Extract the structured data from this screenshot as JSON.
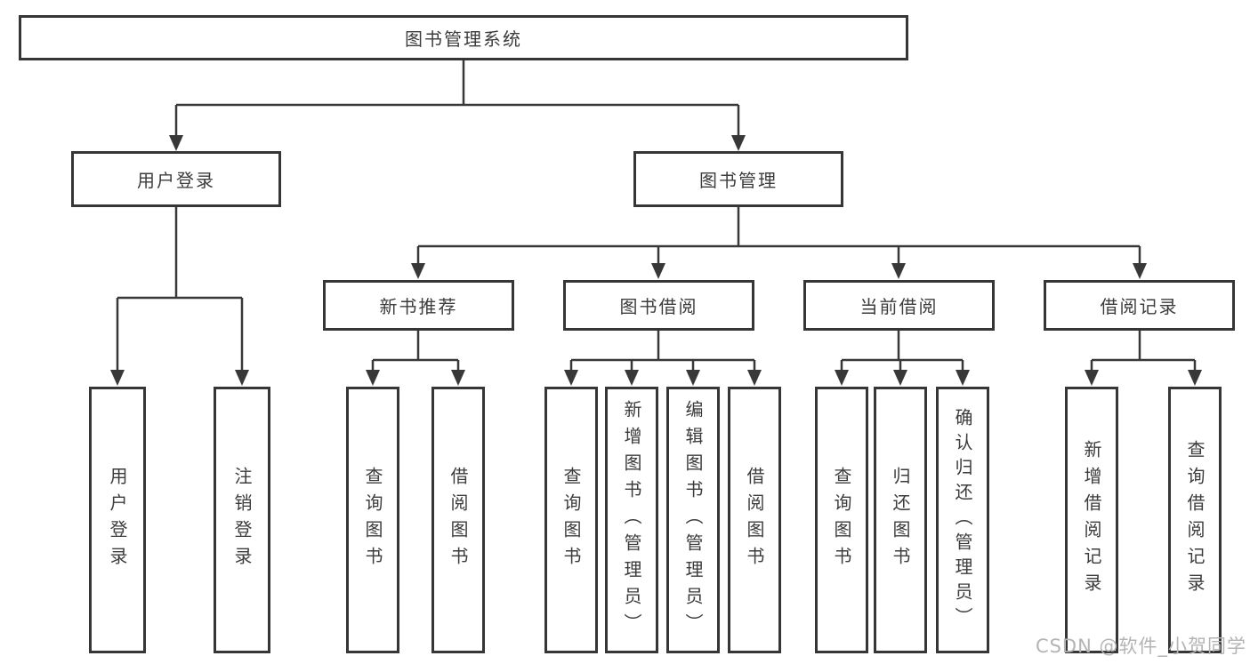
{
  "diagram": {
    "root": {
      "label": "图书管理系统"
    },
    "user_login": {
      "label": "用户登录",
      "children": {
        "login": "用户登录",
        "logout": "注销登录"
      }
    },
    "book_management": {
      "label": "图书管理",
      "sections": {
        "new_book": {
          "label": "新书推荐",
          "children": {
            "query": "查询图书",
            "borrow": "借阅图书"
          }
        },
        "borrow": {
          "label": "图书借阅",
          "children": {
            "query": "查询图书",
            "add": "新增图书（管理员）",
            "edit": "编辑图书（管理员）",
            "borrow": "借阅图书"
          }
        },
        "current": {
          "label": "当前借阅",
          "children": {
            "query": "查询图书",
            "return": "归还图书",
            "confirm": "确认归还（管理员）"
          }
        },
        "records": {
          "label": "借阅记录",
          "children": {
            "add": "新增借阅记录",
            "query": "查询借阅记录"
          }
        }
      }
    }
  },
  "watermark": "CSDN @软件_小贺同学",
  "colors": {
    "line": "#383838",
    "text": "#3c3c3c",
    "watermark": "#b4b4b4",
    "background": "#ffffff"
  }
}
